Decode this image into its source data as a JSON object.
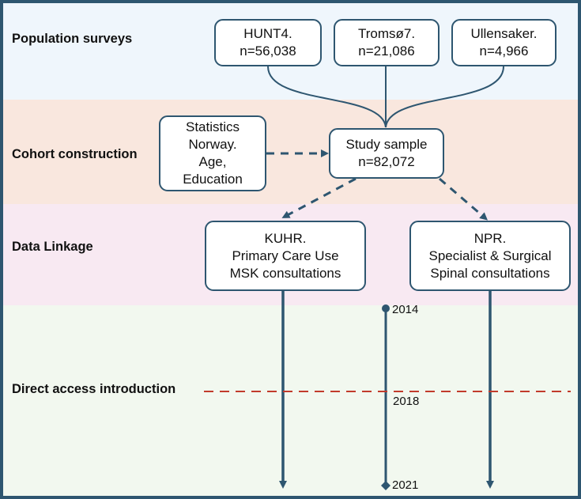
{
  "rows": {
    "population": "Population surveys",
    "cohort": "Cohort construction",
    "linkage": "Data Linkage",
    "direct_access": "Direct access introduction"
  },
  "boxes": {
    "hunt4": {
      "line1": "HUNT4.",
      "line2": "n=56,038"
    },
    "tromso7": {
      "line1": "Tromsø7.",
      "line2": "n=21,086"
    },
    "ullensaker": {
      "line1": "Ullensaker.",
      "line2": "n=4,966"
    },
    "ssb": {
      "line1": "Statistics",
      "line2": "Norway.",
      "line3": "Age,",
      "line4": "Education"
    },
    "study_sample": {
      "line1": "Study sample",
      "line2": "n=82,072"
    },
    "kuhr": {
      "line1": "KUHR.",
      "line2": "Primary Care Use",
      "line3": "MSK consultations"
    },
    "npr": {
      "line1": "NPR.",
      "line2": "Specialist & Surgical",
      "line3": "Spinal consultations"
    }
  },
  "timeline": {
    "start": "2014",
    "intervention": "2018",
    "end": "2021"
  },
  "colors": {
    "box_border": "#2e5670",
    "arrow": "#2e5670",
    "intervention_line": "#c23b2c"
  }
}
